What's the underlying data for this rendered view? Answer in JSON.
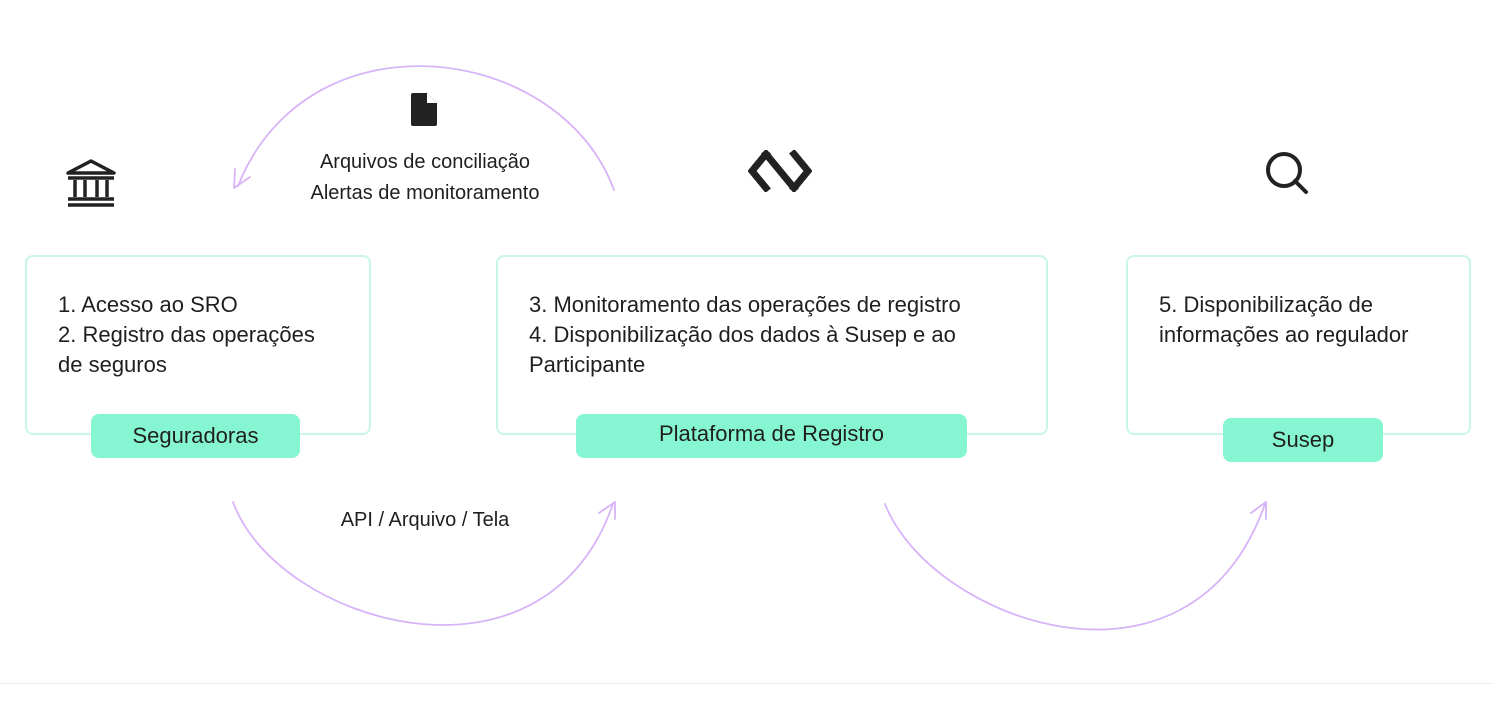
{
  "flows": {
    "feedback_line_1": "Arquivos de conciliação",
    "feedback_line_2": "Alertas de monitoramento",
    "integration_label": "API / Arquivo / Tela"
  },
  "cards": {
    "seguradoras": {
      "text": "1. Acesso ao SRO\n2. Registro das operações\nde seguros",
      "pill": "Seguradoras"
    },
    "plataforma": {
      "text": "3. Monitoramento das operações de registro\n4. Disponibilização dos dados à Susep e ao\nParticipante",
      "pill": "Plataforma de Registro"
    },
    "susep": {
      "text": "5. Disponibilização de\ninformações ao regulador",
      "pill": "Susep"
    }
  },
  "icons": {
    "bank": "bank-icon",
    "document": "document-icon",
    "platform_logo": "platform-logo-icon",
    "search": "search-icon"
  },
  "colors": {
    "card_border": "#c9f6e7",
    "pill": "#86f6d2",
    "arrow": "#d7b4f8",
    "text": "#1f1f1f",
    "icon": "#222222"
  }
}
